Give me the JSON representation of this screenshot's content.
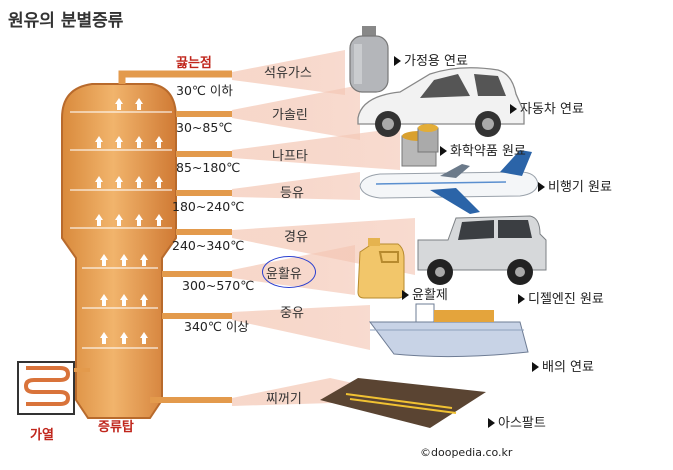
{
  "title": "원유의 분별증류",
  "boiling_point_header": "끓는점",
  "fractions": [
    {
      "temp": "30℃ 이하",
      "name": "석유가스",
      "use": "가정용 연료"
    },
    {
      "temp": "30~85℃",
      "name": "가솔린",
      "use": "자동차 연료"
    },
    {
      "temp": "85~180℃",
      "name": "나프타",
      "use": "화학약품 원료"
    },
    {
      "temp": "180~240℃",
      "name": "등유",
      "use": "비행기 원료"
    },
    {
      "temp": "240~340℃",
      "name": "경유",
      "use": "디젤엔진 원료"
    },
    {
      "temp": "300~570℃",
      "name": "윤활유",
      "use": "윤활제"
    },
    {
      "temp": "340℃ 이상",
      "name": "중유",
      "use": "배의 연료"
    },
    {
      "temp": "",
      "name": "찌꺼기",
      "use": "아스팔트"
    }
  ],
  "heater_label": "가열",
  "tower_label": "증류탑",
  "credit": "©doopedia.co.kr",
  "colors": {
    "tower": "#e8a45a",
    "accent": "#c0261c",
    "beam": "#f3c8b8",
    "annotation": "#2a3fd0"
  }
}
